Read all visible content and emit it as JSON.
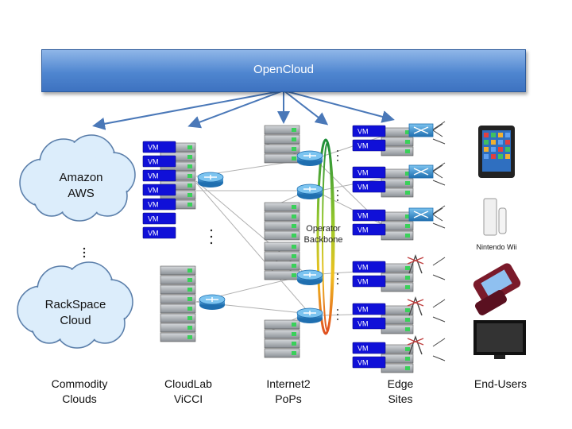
{
  "header": {
    "title": "OpenCloud"
  },
  "clouds": {
    "amazon": "Amazon\nAWS",
    "rackspace": "RackSpace\nCloud"
  },
  "vm_label": "VM",
  "backbone_label": "Operator\nBackbone",
  "device_label": "Nintendo Wii",
  "columns": {
    "commodity": "Commodity\nClouds",
    "cloudlab": "CloudLab\nViCCI",
    "internet2": "Internet2\nPoPs",
    "edge": "Edge\nSites",
    "endusers": "End-Users"
  },
  "colors": {
    "banner": "#4f86d0",
    "vm": "#1010d8",
    "router": "#2f8fd0",
    "arrow": "#4a78b8"
  }
}
